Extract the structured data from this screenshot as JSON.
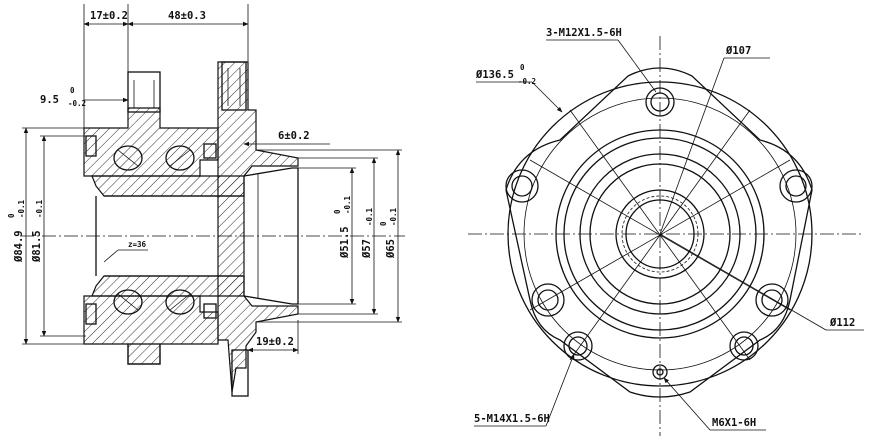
{
  "side_view": {
    "dim_width_17": "17±0.2",
    "dim_width_48": "48±0.3",
    "dim_9_5": "9.5",
    "dim_9_5_tol_upper": "0",
    "dim_9_5_tol_lower": "-0.2",
    "dim_6": "6±0.2",
    "dim_19": "19±0.2",
    "dim_dia_84_9": "Ø84.9",
    "dim_dia_84_9_tol_upper": "0",
    "dim_dia_84_9_tol_lower": "-0.1",
    "dim_dia_81_5": "Ø81.5",
    "dim_dia_81_5_tol_lower": "-0.1",
    "dim_dia_51_5": "Ø51.5",
    "dim_dia_51_5_tol_upper": "0",
    "dim_dia_51_5_tol_lower": "-0.1",
    "dim_dia_57": "Ø57",
    "dim_dia_57_tol_lower": "-0.1",
    "dim_dia_65": "Ø65",
    "dim_dia_65_tol_upper": "0",
    "dim_dia_65_tol_lower": "-0.1",
    "spline_teeth": "z=36"
  },
  "front_view": {
    "thread_top": "3-M12X1.5-6H",
    "dia_107": "Ø107",
    "dia_136_5": "Ø136.5",
    "dia_136_5_tol_upper": "0",
    "dia_136_5_tol_lower": "-0.2",
    "dia_112": "Ø112",
    "thread_bottom_left": "5-M14X1.5-6H",
    "thread_bottom_right": "M6X1-6H"
  }
}
